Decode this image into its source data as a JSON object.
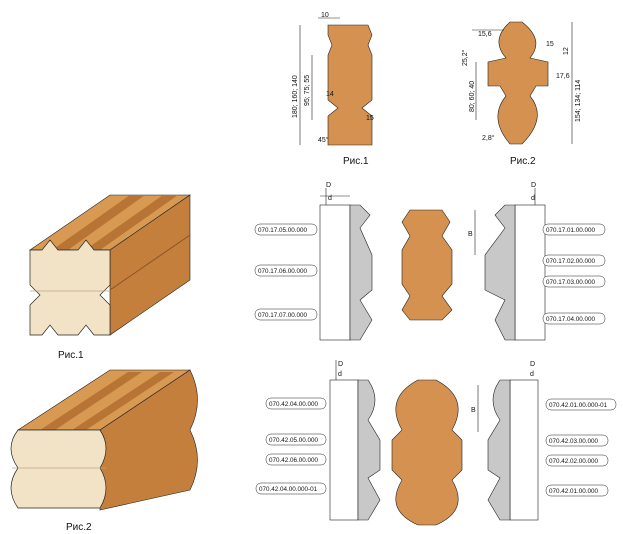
{
  "colors": {
    "wood_face": "#f3e3c6",
    "wood_top": "#d89a52",
    "wood_side": "#c47f3c",
    "profile_fill": "#d5914f",
    "cutter_fill": "#c8c8c8",
    "line": "#222222"
  },
  "captions": {
    "fig1": "Рис.1",
    "fig2": "Рис.2"
  },
  "dims_fig1": {
    "top": "10",
    "heights": "180; 160; 140",
    "inner": "95; 75; 55",
    "side": "14",
    "side2": "15",
    "angle": "45°"
  },
  "dims_fig2": {
    "a": "15,6",
    "b": "25,2°",
    "c": "15",
    "d": "12",
    "e": "17,6",
    "inner": "80; 60; 40",
    "outer": "154; 134; 114",
    "angle": "2,8°"
  },
  "set1_left_parts": [
    "070.17.05.00.000",
    "070.17.06.00.000",
    "070.17.07.00.000"
  ],
  "set1_right_parts": [
    "070.17.01.00.000",
    "070.17.02.00.000",
    "070.17.03.00.000",
    "070.17.04.00.000"
  ],
  "set2_left_parts": [
    "070.42.04.00.000",
    "070.42.05.00.000",
    "070.42.06.00.000",
    "070.42.04.00.000-01"
  ],
  "set2_right_parts": [
    "070.42.01.00.000-01",
    "070.42.03.00.000",
    "070.42.02.00.000",
    "070.42.01.00.000"
  ],
  "letters": {
    "D": "D",
    "d": "d",
    "B": "B"
  }
}
